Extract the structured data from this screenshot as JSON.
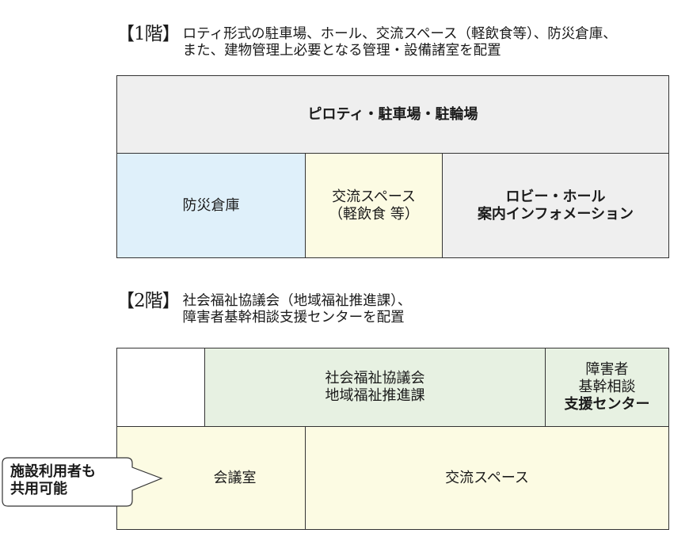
{
  "floor1": {
    "tag": "【1階】",
    "desc_line1": "ロティ形式の駐車場、ホール、交流スペース（軽飲食等）、防災倉庫、",
    "desc_line2": "また、建物管理上必要となる管理・設備諸室を配置",
    "rooms": {
      "piloti": "ピロティ・駐車場・駐輪場",
      "storage": "防災倉庫",
      "exchange_line1": "交流スペース",
      "exchange_line2": "（軽飲食 等）",
      "lobby_line1": "ロビー・ホール",
      "lobby_line2": "案内インフォメーション"
    }
  },
  "floor2": {
    "tag": "【2階】",
    "desc_line1": "社会福祉協議会（地域福祉推進課）、",
    "desc_line2": "障害者基幹相談支援センターを配置",
    "rooms": {
      "council_line1": "社会福祉協議会",
      "council_line2": "地域福祉推進課",
      "support_line1": "障害者",
      "support_line2": "基幹相談",
      "support_line3": "支援センター",
      "meeting": "会議室",
      "exchange": "交流スペース"
    },
    "callout_line1": "施設利用者も",
    "callout_line2": "共用可能"
  },
  "colors": {
    "gray": "#efefef",
    "blue": "#dff0fa",
    "cream": "#fcfbe3",
    "green": "#e7f1e2",
    "border": "#333333"
  }
}
